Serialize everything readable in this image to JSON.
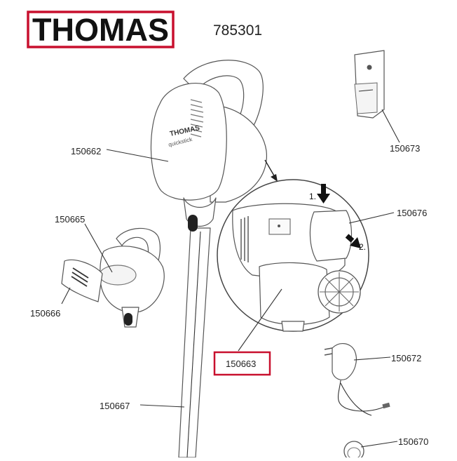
{
  "brand": {
    "logo_text": "THOMAS",
    "model_number": "785301",
    "accent_color": "#c8102e"
  },
  "parts": [
    {
      "id": "p1",
      "number": "150662"
    },
    {
      "id": "p2",
      "number": "150665"
    },
    {
      "id": "p3",
      "number": "150666"
    },
    {
      "id": "p4",
      "number": "150667"
    },
    {
      "id": "p5",
      "number": "150673"
    },
    {
      "id": "p6",
      "number": "150676"
    },
    {
      "id": "p7",
      "number": "150663",
      "highlighted": true
    },
    {
      "id": "p8",
      "number": "150672"
    },
    {
      "id": "p9",
      "number": "150670"
    }
  ],
  "steps": {
    "step1": "1.",
    "step2": "2."
  },
  "device_text": {
    "body_logo": "THOMAS",
    "body_model": "quickstick"
  }
}
